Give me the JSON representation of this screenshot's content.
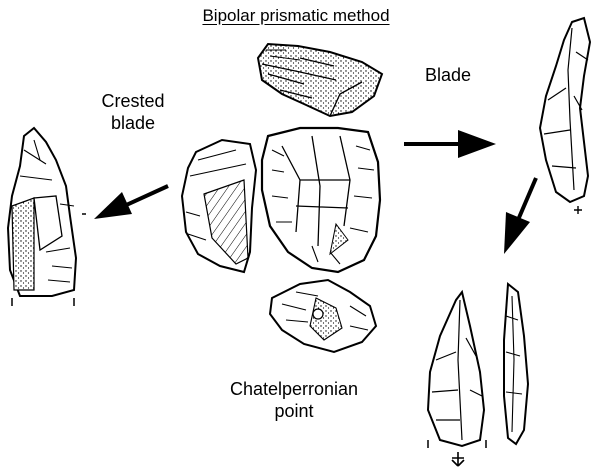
{
  "title": "Bipolar prismatic method",
  "labels": {
    "crested_blade": "Crested\nblade",
    "blade": "Blade",
    "chatelperronian_point": "Chatelperronian\npoint"
  },
  "colors": {
    "ink": "#000000",
    "background": "#ffffff"
  },
  "icons": {
    "arrow": "filled-arrow-icon",
    "stipple": "cortex-stipple-pattern"
  }
}
